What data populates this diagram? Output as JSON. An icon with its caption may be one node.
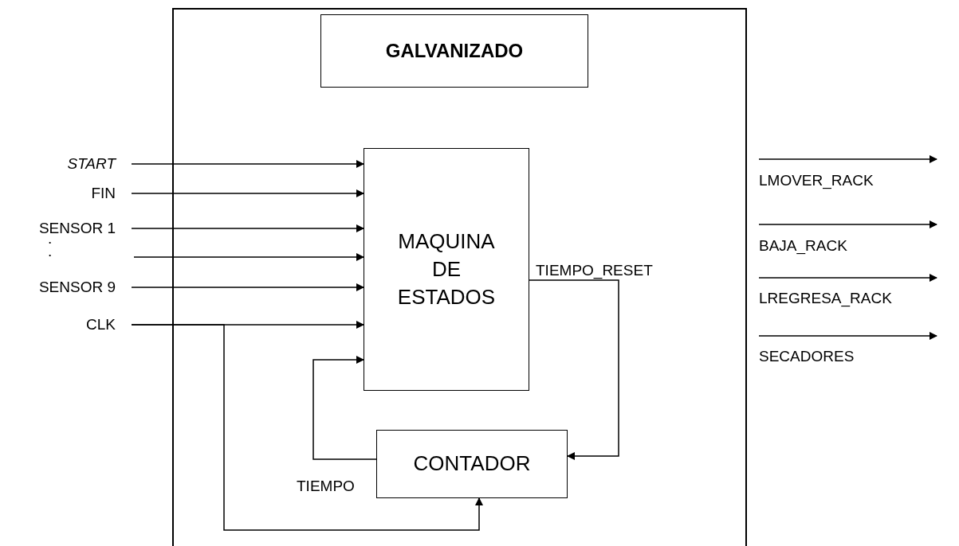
{
  "diagram": {
    "nodes": [
      {
        "text": [],
        "shape": "box"
      },
      {
        "text": [
          "GALVANIZADO"
        ],
        "in": 0
      },
      {
        "text": [
          "MAQUINA DE ESTADOS"
        ],
        "in": 0
      },
      {
        "text": [
          "CONTADOR"
        ],
        "in": 0
      },
      {
        "text": [
          "*START*"
        ]
      },
      {
        "text": [
          "FIN"
        ]
      },
      {
        "text": [
          "SENSOR 1"
        ]
      },
      {
        "text": [
          "SENSOR 9"
        ]
      },
      {
        "text": [
          "CLK"
        ]
      }
    ],
    "edges": [
      {
        "from": 4,
        "to": 2,
        "arrow": "to"
      },
      {
        "from": 5,
        "to": 2,
        "arrow": "to"
      },
      {
        "from": 6,
        "to": 2,
        "arrow": "to"
      },
      {
        "from": null,
        "to": 2,
        "arrow": "to"
      },
      {
        "from": 7,
        "to": 2,
        "arrow": "to"
      },
      {
        "from": 8,
        "to": 2,
        "arrow": "to"
      },
      {
        "from": 8,
        "to": 3,
        "arrow": "to"
      },
      {
        "from": 3,
        "to": 2,
        "arrow": "to",
        "label": "TIEMPO"
      },
      {
        "from": 2,
        "to": 3,
        "arrow": "to",
        "label": "TIEMPO_RESET"
      }
    ],
    "labels": [
      ".",
      ".",
      "LMOVER_RACK",
      "BAJA_RACK",
      "LREGRESA_RACK",
      "SECADORES"
    ]
  }
}
